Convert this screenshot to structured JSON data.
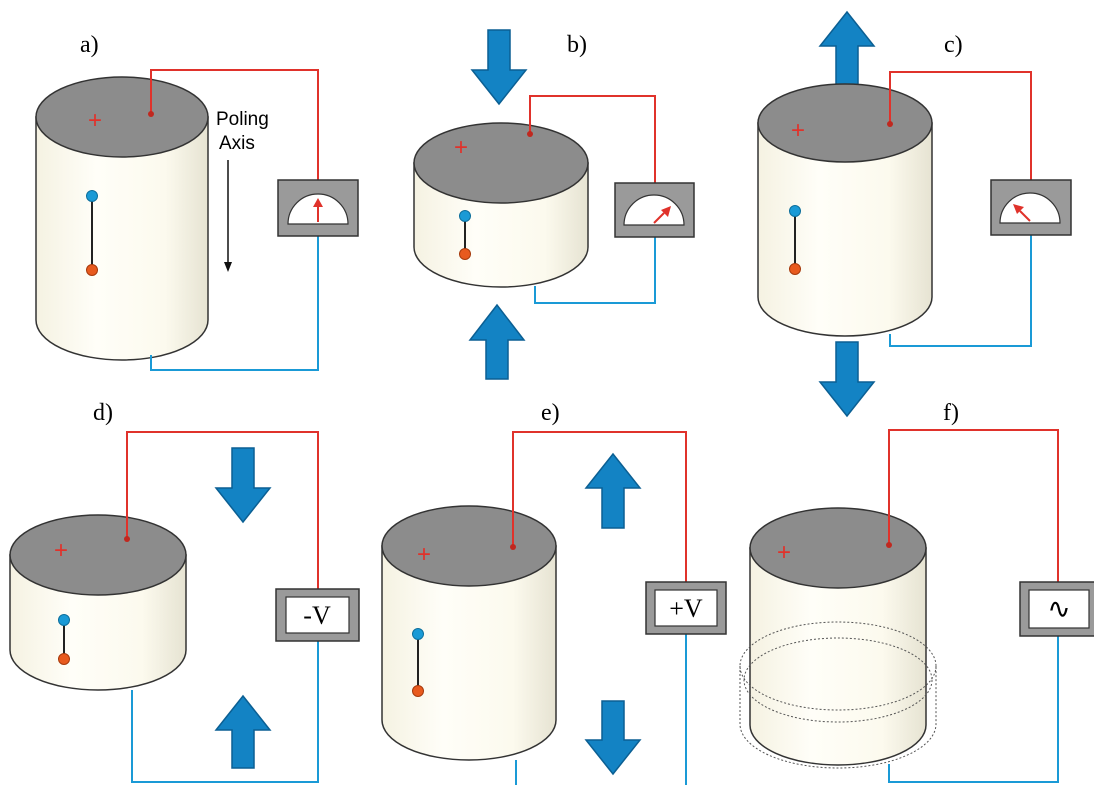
{
  "colors": {
    "top_face": "#8c8c8c",
    "body_fill": "#fefcf1",
    "body_shade": "#e8e6d8",
    "wire_top": "#e0322b",
    "wire_bottom": "#1a9ad6",
    "arrow": "#1383c4",
    "arrow_edge": "#0b5f93",
    "dipole_top": "#1a9ad6",
    "dipole_bottom": "#e85a1e",
    "plus_sign": "#e0322b",
    "meter_frame": "#9a9a9a",
    "meter_needle": "#e0322b"
  },
  "panels": [
    {
      "id": "a",
      "label": "a)",
      "plus": "+",
      "instrument": "meter",
      "needle_deg": 0,
      "arrows": "none"
    },
    {
      "id": "b",
      "label": "b)",
      "plus": "+",
      "instrument": "meter",
      "needle_deg": 45,
      "arrows": "compress"
    },
    {
      "id": "c",
      "label": "c)",
      "plus": "+",
      "instrument": "meter",
      "needle_deg": -45,
      "arrows": "tension"
    },
    {
      "id": "d",
      "label": "d)",
      "plus": "+",
      "instrument": "source",
      "source_text": "-V",
      "arrows": "compress"
    },
    {
      "id": "e",
      "label": "e)",
      "plus": "+",
      "instrument": "source",
      "source_text": "+V",
      "arrows": "tension"
    },
    {
      "id": "f",
      "label": "f)",
      "plus": "+",
      "instrument": "ac-source",
      "source_text": "∿",
      "arrows": "none",
      "oscillating": true
    }
  ],
  "poling_axis": {
    "line1": "Poling",
    "line2": "Axis"
  }
}
